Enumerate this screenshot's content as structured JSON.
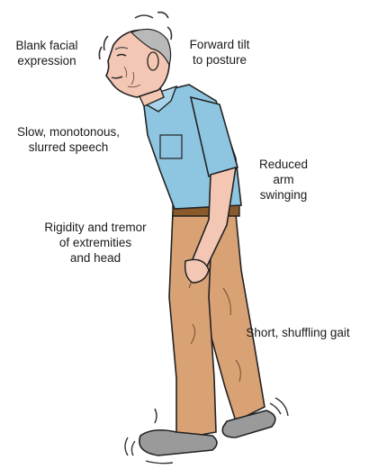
{
  "labels": {
    "facial": "Blank facial\nexpression",
    "posture": "Forward tilt\nto posture",
    "speech": "Slow, monotonous,\nslurred speech",
    "arm": "Reduced\narm\nswinging",
    "rigidity": "Rigidity and tremor\nof extremities\nand head",
    "gait": "Short, shuffling gait"
  },
  "colors": {
    "shirt": "#8ec5e0",
    "pants": "#d9a275",
    "skin": "#f3c7b3",
    "hair": "#b9b9b9",
    "shoe": "#9a9a9a",
    "belt": "#8b5a2b",
    "outline": "#222222"
  }
}
